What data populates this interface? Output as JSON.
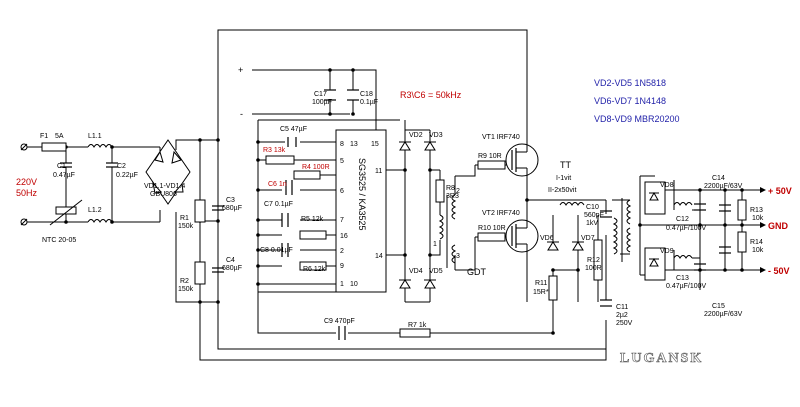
{
  "notes": {
    "freq": "R3\\C6 = 50kHz",
    "vd25": "VD2-VD5 1N5818",
    "vd67": "VD6-VD7 1N4148",
    "vd89": "VD8-VD9 MBR20200"
  },
  "mains": {
    "voltage": "220V",
    "freq": "50Hz",
    "ntc": "NTC 20-05"
  },
  "input": {
    "f1": "F1",
    "f1val": "5A",
    "l11": "L1.1",
    "l12": "L1.2",
    "c1": "C1",
    "c1val": "0.47µF",
    "c2": "C2",
    "c2val": "0.22µF",
    "bridge": "VD1.1-VD1.4",
    "bridgeval": "GBU806",
    "r1": "R1",
    "r1val": "150k",
    "r2": "R2",
    "r2val": "150k",
    "c3": "C3",
    "c3val": "680µF",
    "c4": "C4",
    "c4val": "680µF"
  },
  "ic": {
    "name": "SG3525 / KA3525",
    "pins": [
      "8",
      "13",
      "15",
      "5",
      "6",
      "7",
      "16",
      "2",
      "9",
      "1",
      "10",
      "11",
      "14"
    ],
    "plus": "+",
    "minus": "-"
  },
  "ctrl": {
    "c17": "C17",
    "c17val": "100µF",
    "c18": "C18",
    "c18val": "0.1µF",
    "c5": "C5 47µF",
    "r3": "R3 13k",
    "r4": "R4 100R",
    "c6": "C6 1n",
    "c7": "C7 0.1µF",
    "r5": "R5 12k",
    "c8": "C8 0.01µF",
    "r6": "R6 12k",
    "c9": "C9 470pF",
    "r7": "R7 1k"
  },
  "driver": {
    "vd2": "VD2",
    "vd3": "VD3",
    "vd4": "VD4",
    "vd5": "VD5",
    "r8": "R8",
    "r8val": "3R3",
    "gdt": "GDT",
    "w1": "1",
    "w2": "2",
    "w3": "3"
  },
  "power": {
    "vt1": "VT1 IRF740",
    "vt2": "VT2 IRF740",
    "r9": "R9 10R",
    "r10": "R10 10R",
    "vd6": "VD6",
    "vd7": "VD7",
    "r11": "R11",
    "r11val": "15R*",
    "r12": "R12",
    "r12val": "100R",
    "c10": "C10",
    "c10val": "560pF",
    "c10v": "1kV",
    "c11": "C11",
    "c11val": "2µ2",
    "c11v": "250V",
    "tt": "TT",
    "tt1": "I-1vit",
    "tt2": "II-2x50vit"
  },
  "output": {
    "vd8": "VD8",
    "vd9": "VD9",
    "c12": "C12",
    "c12val": "0.47µF/100V",
    "c13": "C13",
    "c13val": "0.47µF/100V",
    "c14": "C14",
    "c14val": "2200µF/63V",
    "c15": "C15",
    "c15val": "2200µF/63V",
    "r13": "R13",
    "r13val": "10k",
    "r14": "R14",
    "r14val": "10k",
    "plus50": "+ 50V",
    "gnd": "GND",
    "minus50": "- 50V"
  },
  "watermark": "LUGANSK",
  "colors": {
    "blue": "#1f1fa8",
    "red": "#c00000"
  }
}
